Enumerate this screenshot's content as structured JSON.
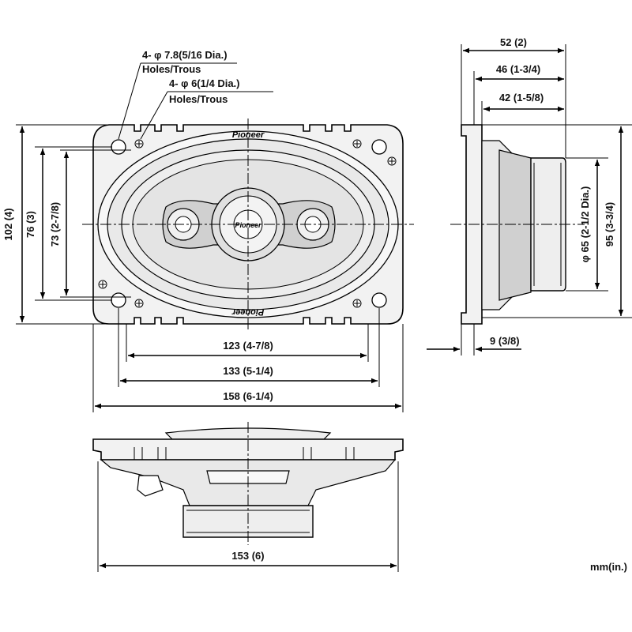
{
  "labels": {
    "hole_large": "4- φ 7.8(5/16 Dia.)",
    "hole_large_sub": "Holes/Trous",
    "hole_small": "4- φ 6(1/4 Dia.)",
    "hole_small_sub": "Holes/Trous",
    "brand": "Pioneer",
    "units": "mm(in.)"
  },
  "front_view": {
    "height_outer": "102 (4)",
    "height_mid": "76 (3)",
    "height_inner": "73 (2-7/8)",
    "width_123": "123 (4-7/8)",
    "width_133": "133 (5-1/4)",
    "width_158": "158 (6-1/4)"
  },
  "side_view": {
    "depth_52": "52 (2)",
    "depth_46": "46 (1-3/4)",
    "depth_42": "42 (1-5/8)",
    "magnet_dia": "φ 65 (2-1/2 Dia.)",
    "height_95": "95 (3-3/4)",
    "flange_9": "9 (3/8)"
  },
  "bottom_view": {
    "width_153": "153 (6)"
  }
}
